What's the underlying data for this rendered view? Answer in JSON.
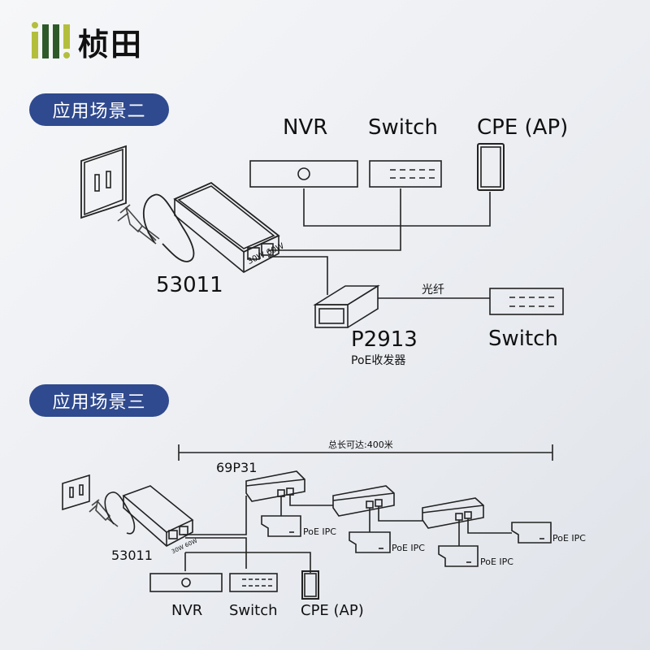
{
  "brand": {
    "logo_mark": "ill!",
    "name": "桢田",
    "colors": {
      "bar1": "#b3bf3c",
      "bar2": "#2e5a2a",
      "bar3": "#b3bf3c",
      "text": "#111111"
    }
  },
  "theme": {
    "pill_bg": "#2f4a8e",
    "pill_text": "#ffffff",
    "line": "#222222"
  },
  "scene2": {
    "title": "应用场景二",
    "devices": {
      "nvr": "NVR",
      "switch": "Switch",
      "cpe": "CPE (AP)"
    },
    "injector_model": "53011",
    "port_labels": "30W 60W",
    "transceiver_model": "P2913",
    "transceiver_desc": "PoE收发器",
    "fiber_label": "光纤",
    "remote_switch": "Switch"
  },
  "scene3": {
    "title": "应用场景三",
    "distance_label": "总长可达:400米",
    "splitter_model": "69P31",
    "injector_model": "53011",
    "port_labels": "30W 60W",
    "cameras": [
      "PoE IPC",
      "PoE IPC",
      "PoE IPC",
      "PoE IPC"
    ],
    "devices": {
      "nvr": "NVR",
      "switch": "Switch",
      "cpe": "CPE (AP)"
    }
  }
}
